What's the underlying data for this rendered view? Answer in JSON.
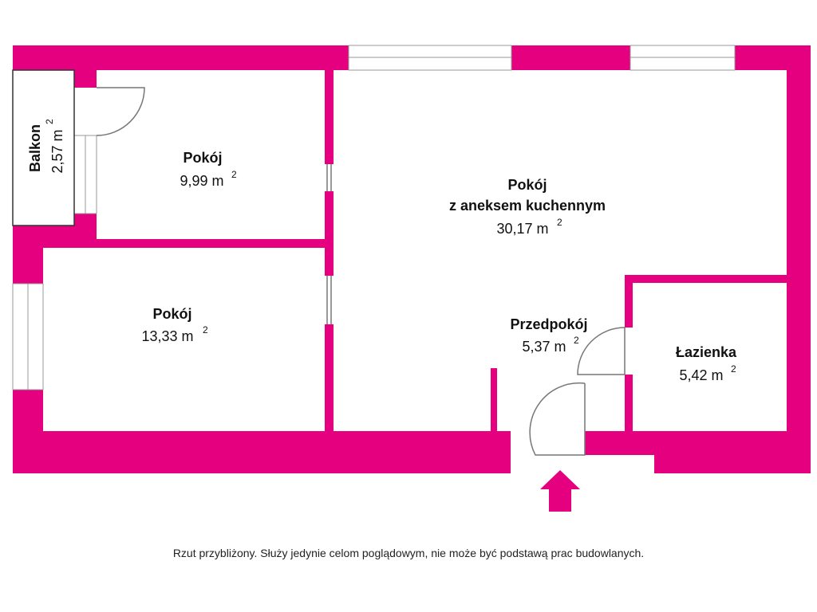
{
  "colors": {
    "wall": "#e4007f",
    "background": "#ffffff",
    "text": "#111111"
  },
  "rooms": [
    {
      "id": "balkon",
      "name": "Balkon",
      "area": "2,57 m",
      "unit_sup": "2"
    },
    {
      "id": "pokoj-1",
      "name": "Pokój",
      "area": "9,99 m",
      "unit_sup": "2"
    },
    {
      "id": "pokoj-kuchnia",
      "name": "Pokój",
      "name_line2": "z aneksem kuchennym",
      "area": "30,17 m",
      "unit_sup": "2"
    },
    {
      "id": "pokoj-2",
      "name": "Pokój",
      "area": "13,33 m",
      "unit_sup": "2"
    },
    {
      "id": "przedpokoj",
      "name": "Przedpokój",
      "area": "5,37 m",
      "unit_sup": "2"
    },
    {
      "id": "lazienka",
      "name": "Łazienka",
      "area": "5,42 m",
      "unit_sup": "2"
    }
  ],
  "entrance": {
    "icon": "arrow-up-icon"
  },
  "disclaimer": "Rzut przybliżony. Służy jedynie celom poglądowym, nie może być podstawą prac budowlanych."
}
